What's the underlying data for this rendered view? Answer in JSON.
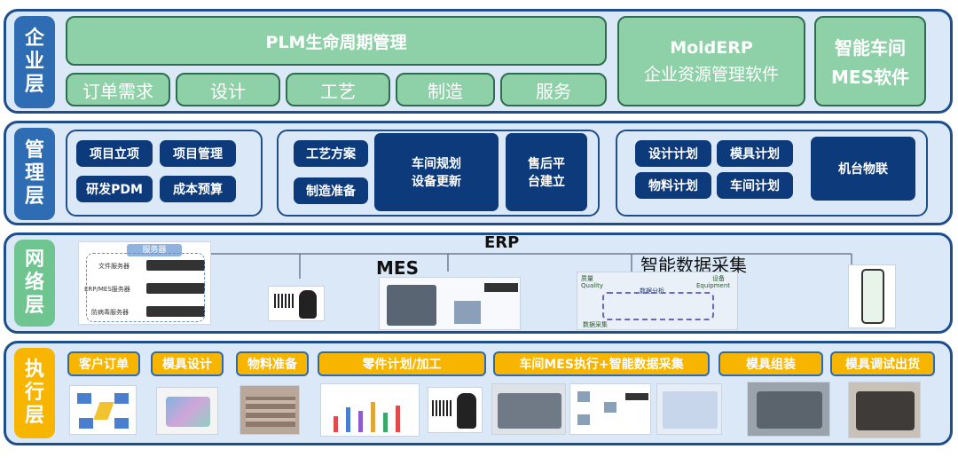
{
  "layers": {
    "enterprise": "企业层",
    "management": "管理层",
    "network": "网络层",
    "execution": "执行层"
  },
  "enterprise": {
    "plm_title": "PLM生命周期管理",
    "plm_items": [
      "订单需求",
      "设计",
      "工艺",
      "制造",
      "服务"
    ],
    "erp_line1": "MoldERP",
    "erp_line2": "企业资源管理软件",
    "mes_line1": "智能车间",
    "mes_line2": "MES软件"
  },
  "management": {
    "group1": [
      "项目立项",
      "项目管理",
      "研发PDM",
      "成本预算"
    ],
    "group2_small": [
      "工艺方案",
      "制造准备"
    ],
    "group2_big1": [
      "车间规划",
      "设备更新"
    ],
    "group2_big2": [
      "售后平",
      "台建立"
    ],
    "group3": [
      "设计计划",
      "模具计划",
      "物料计划",
      "车间计划"
    ],
    "group3_big": "机台物联"
  },
  "network": {
    "erp": "ERP",
    "mes": "MES",
    "smart_collect": "智能数据采集",
    "server_title": "服务器",
    "servers": [
      "文件服务器",
      "ERP/MES服务器",
      "防病毒服务器"
    ],
    "dc_labels": [
      "质量",
      "Quality",
      "数据分析",
      "设备",
      "Equipment",
      "数据采集"
    ]
  },
  "execution": {
    "steps": [
      "客户订单",
      "模具设计",
      "物料准备",
      "零件计划/加工",
      "车间MES执行+智能数据采集",
      "模具组装",
      "模具调试出货"
    ]
  },
  "colors": {
    "frame": "#1f4e8c",
    "panel_bg": "#dbe8f8",
    "green": "#8ed1a8",
    "navy": "#0d3a7a",
    "yellow": "#f7b500",
    "side_blue": "#2e6db4",
    "side_green": "#6ec58f"
  }
}
